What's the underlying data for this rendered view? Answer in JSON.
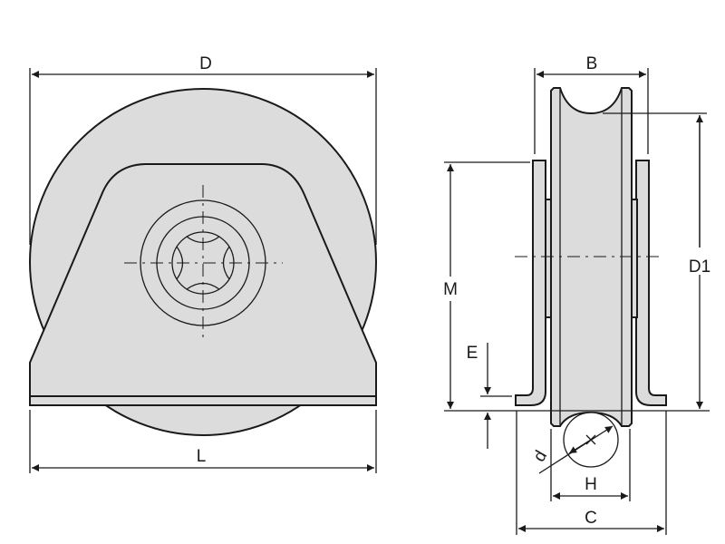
{
  "title": "Pulley wheel with bracket – dimension drawing",
  "fill_color": "#dcdcdc",
  "line_color": "#1a1a1a",
  "labels": {
    "D": "D",
    "L": "L",
    "B": "B",
    "D1": "D1",
    "M": "M",
    "E": "E",
    "d": "d",
    "H": "H",
    "C": "C"
  }
}
